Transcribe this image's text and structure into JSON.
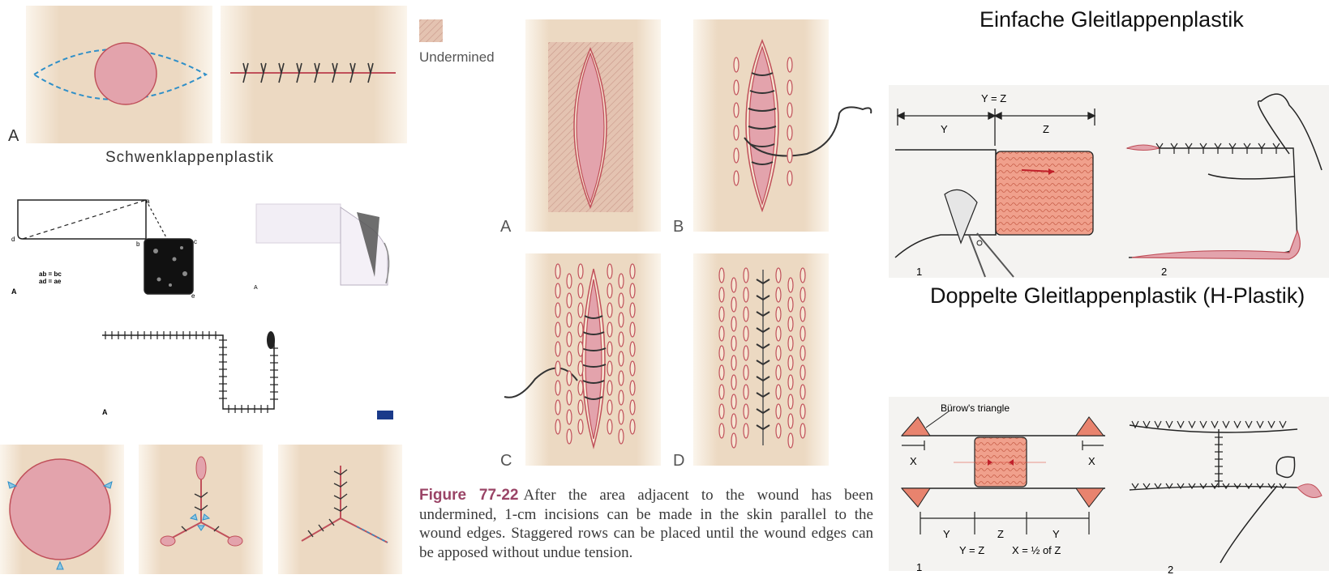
{
  "left_panel": {
    "top_label": "A",
    "heading": "Schwenklappenplastik",
    "diagram_labels": {
      "a": "a",
      "b": "b",
      "c": "c",
      "d": "d",
      "e": "e",
      "eq1": "ab = bc",
      "eq2": "ad = ae",
      "A1": "A",
      "A2": "A",
      "A3": "A"
    }
  },
  "middle_panel": {
    "legend_label": "Undermined",
    "panel_labels": [
      "A",
      "B",
      "C",
      "D"
    ],
    "caption_figure": "Figure 77-22",
    "caption_text": "After the area adjacent to the wound has been undermined, 1-cm incisions can be made in the skin parallel to the wound edges. Staggered rows can be placed until the wound edges can be apposed without undue tension."
  },
  "right_panel": {
    "title_top": "Einfache Gleitlappenplastik",
    "title_bottom": "Doppelte Gleitlappenplastik (H-Plastik)",
    "top_labels": {
      "yz": "Y = Z",
      "y": "Y",
      "z": "Z",
      "n1": "1",
      "n2": "2"
    },
    "bottom_labels": {
      "burow": "Bürow's triangle",
      "x_left": "X",
      "x_right": "X",
      "y_left": "Y",
      "z_mid": "Z",
      "y_right": "Y",
      "formula1": "Y = Z",
      "formula2": "X = ½ of Z",
      "n1": "1",
      "n2": "2"
    }
  },
  "colors": {
    "skin": "#eddcc4",
    "wound": "#e3a3ac",
    "wound_stroke": "#c0505a",
    "suture": "#333333",
    "dashed_blue": "#2f8fc8",
    "caption_fig": "#9a4466",
    "flap_red": "#e8836e"
  }
}
